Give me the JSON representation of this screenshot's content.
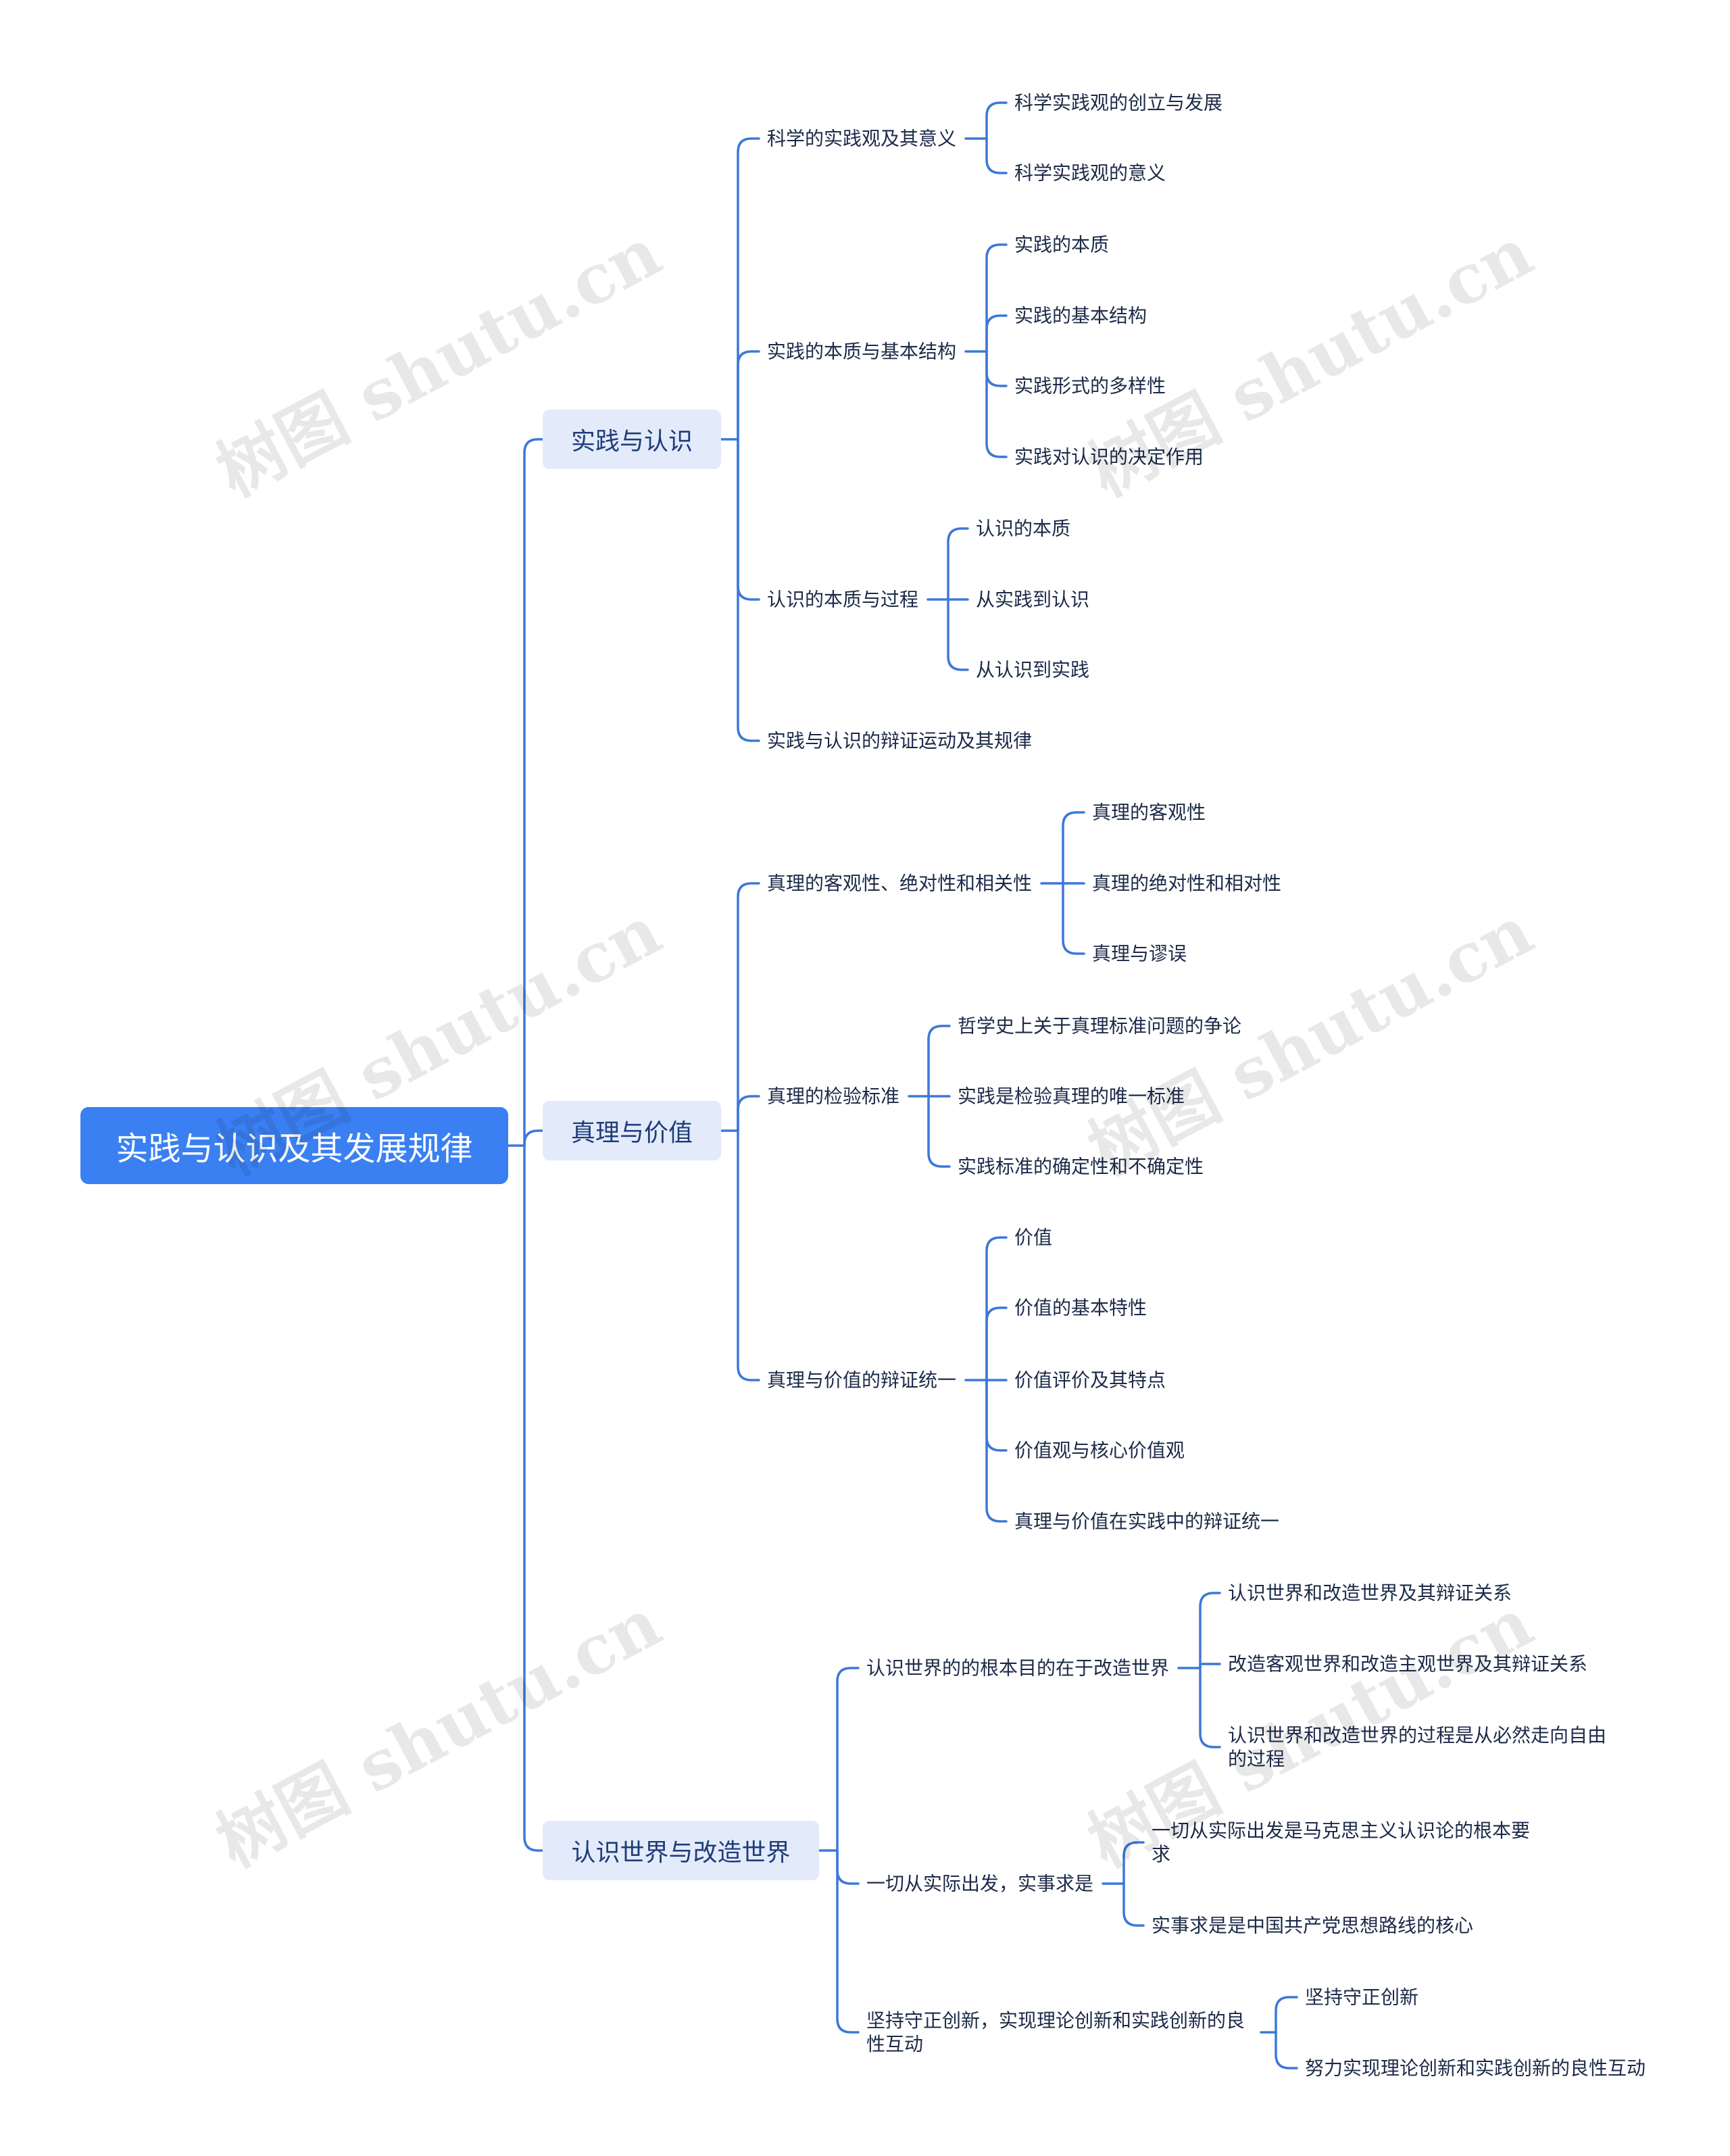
{
  "watermark": "树图 shutu.cn",
  "colors": {
    "line": "#3c78d8",
    "root_fill": "#3a80f2",
    "root_text": "#ffffff",
    "topic_fill": "#e3ebfb",
    "topic_text": "#1e3c78",
    "text": "#1c2a48"
  },
  "root": {
    "label": "实践与认识及其发展规律"
  },
  "branches": [
    {
      "label": "实践与认识",
      "children": [
        {
          "label": "科学的实践观及其意义",
          "children": [
            {
              "label": "科学实践观的创立与发展"
            },
            {
              "label": "科学实践观的意义"
            }
          ]
        },
        {
          "label": "实践的本质与基本结构",
          "children": [
            {
              "label": "实践的本质"
            },
            {
              "label": "实践的基本结构"
            },
            {
              "label": "实践形式的多样性"
            },
            {
              "label": "实践对认识的决定作用"
            }
          ]
        },
        {
          "label": "认识的本质与过程",
          "children": [
            {
              "label": "认识的本质"
            },
            {
              "label": "从实践到认识"
            },
            {
              "label": "从认识到实践"
            }
          ]
        },
        {
          "label": "实践与认识的辩证运动及其规律"
        }
      ]
    },
    {
      "label": "真理与价值",
      "children": [
        {
          "label": "真理的客观性、绝对性和相关性",
          "children": [
            {
              "label": "真理的客观性"
            },
            {
              "label": "真理的绝对性和相对性"
            },
            {
              "label": "真理与谬误"
            }
          ]
        },
        {
          "label": "真理的检验标准",
          "children": [
            {
              "label": "哲学史上关于真理标准问题的争论"
            },
            {
              "label": "实践是检验真理的唯一标准"
            },
            {
              "label": "实践标准的确定性和不确定性"
            }
          ]
        },
        {
          "label": "真理与价值的辩证统一",
          "children": [
            {
              "label": "价值"
            },
            {
              "label": "价值的基本特性"
            },
            {
              "label": "价值评价及其特点"
            },
            {
              "label": "价值观与核心价值观"
            },
            {
              "label": "真理与价值在实践中的辩证统一"
            }
          ]
        }
      ]
    },
    {
      "label": "认识世界与改造世界",
      "children": [
        {
          "label": "认识世界的的根本目的在于改造世界",
          "children": [
            {
              "label": "认识世界和改造世界及其辩证关系"
            },
            {
              "label": "改造客观世界和改造主观世界及其辩证关系"
            },
            {
              "label": "认识世界和改造世界的过程是从必然走向自由的过程"
            }
          ]
        },
        {
          "label": "一切从实际出发，实事求是",
          "children": [
            {
              "label": "一切从实际出发是马克思主义认识论的根本要求"
            },
            {
              "label": "实事求是是中国共产党思想路线的核心"
            }
          ]
        },
        {
          "label": "坚持守正创新，实现理论创新和实践创新的良性互动",
          "children": [
            {
              "label": "坚持守正创新"
            },
            {
              "label": "努力实现理论创新和实践创新的良性互动"
            }
          ]
        }
      ]
    }
  ]
}
